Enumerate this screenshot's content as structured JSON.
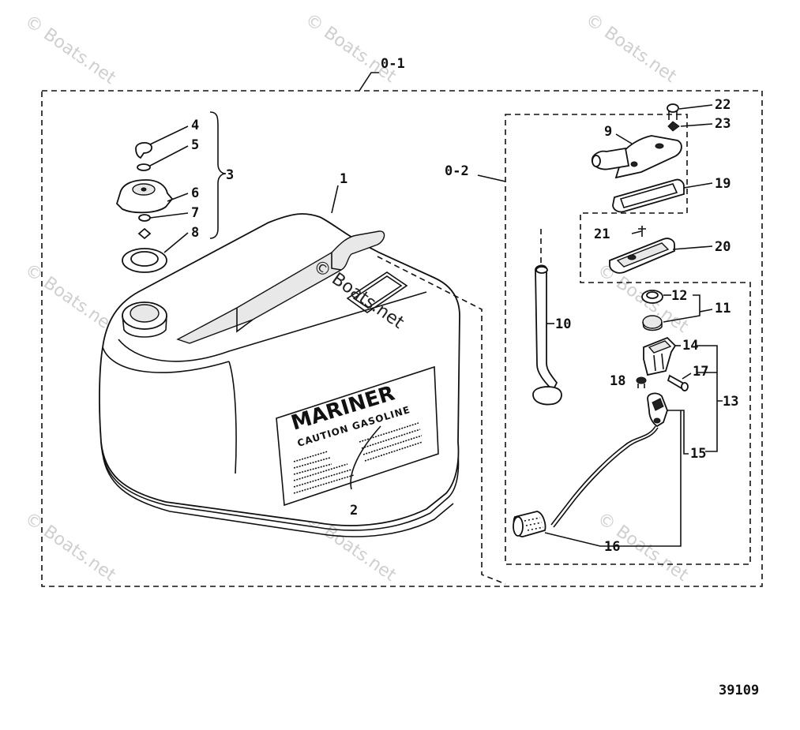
{
  "watermark": "© Boats.net",
  "diagram_number": "39109",
  "tank": {
    "brand_text": "MARINER",
    "warning_text": "CAUTION GASOLINE"
  },
  "callouts": {
    "c0_1": "0-1",
    "c0_2": "0-2",
    "c1": "1",
    "c2": "2",
    "c3": "3",
    "c4": "4",
    "c5": "5",
    "c6": "6",
    "c7": "7",
    "c8": "8",
    "c9": "9",
    "c10": "10",
    "c11": "11",
    "c12": "12",
    "c13": "13",
    "c14": "14",
    "c15": "15",
    "c16": "16",
    "c17": "17",
    "c18": "18",
    "c19": "19",
    "c20": "20",
    "c21": "21",
    "c22": "22",
    "c23": "23"
  }
}
